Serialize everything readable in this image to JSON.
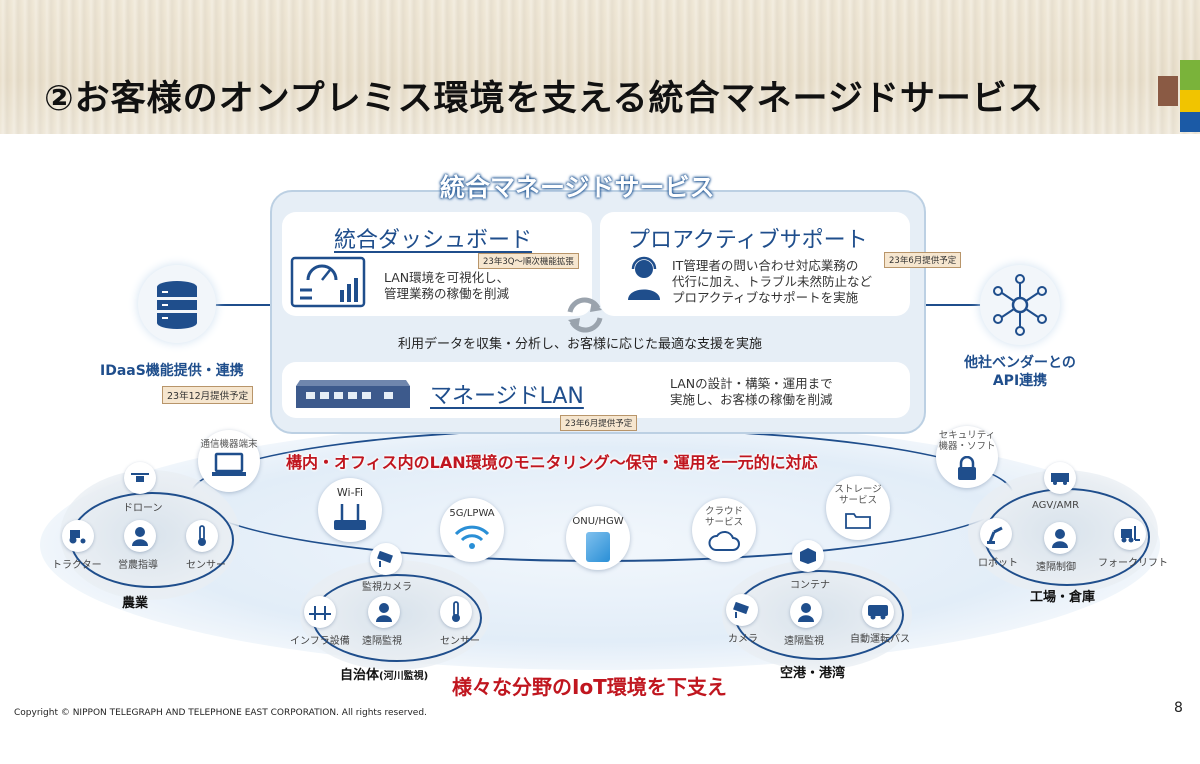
{
  "header": {
    "title": "②お客様のオンプレミス環境を支える統合マネージドサービス"
  },
  "colors": {
    "accent_blue": "#1f4e8c",
    "banner_red": "#c0161f",
    "bar_brown": "#8a5a44",
    "bar_green": "#7ab33a",
    "bar_yellow": "#f1c400",
    "bar_blue": "#1b5aa6"
  },
  "panel": {
    "title": "統合マネージドサービス",
    "dashboard": {
      "title": "統合ダッシュボード",
      "badge": "23年3Q～順次機能拡張",
      "desc": "LAN環境を可視化し、\n管理業務の稼働を削減",
      "icon": "dashboard-icon"
    },
    "proactive": {
      "title": "プロアクティブサポート",
      "badge": "23年6月提供予定",
      "desc": "IT管理者の問い合わせ対応業務の\n代行に加え、トラブル未然防止など\nプロアクティブなサポートを実施",
      "icon": "support-agent-icon"
    },
    "center_text": "利用データを収集・分析し、お客様に応じた最適な支援を実施",
    "managed_lan": {
      "title": "マネージドLAN",
      "badge": "23年6月提供予定",
      "desc": "LANの設計・構築・運用まで\n実施し、お客様の稼働を削減",
      "icon": "network-switch-icon"
    }
  },
  "left_side": {
    "label": "IDaaS機能提供・連携",
    "badge": "23年12月提供予定",
    "icon": "database-icon"
  },
  "right_side": {
    "label": "他社ベンダーとの\nAPI連携",
    "icon": "network-hub-icon"
  },
  "banner": "構内・オフィス内のLAN環境のモニタリング～保守・運用を一元的に対応",
  "ring_nodes": [
    {
      "label": "通信機器端末",
      "icon": "laptop-icon"
    },
    {
      "label": "Wi-Fi",
      "icon": "wifi-router-icon"
    },
    {
      "label": "5G/LPWA",
      "icon": "wireless-icon"
    },
    {
      "label": "ONU/HGW",
      "icon": "onu-device-icon"
    },
    {
      "label": "クラウド\nサービス",
      "icon": "cloud-icon"
    },
    {
      "label": "ストレージ\nサービス",
      "icon": "folder-icon"
    },
    {
      "label": "セキュリティ\n機器・ソフト",
      "icon": "lock-icon"
    }
  ],
  "clusters": {
    "agriculture": {
      "title": "農業",
      "items": [
        "ドローン",
        "トラクター",
        "営農指導",
        "センサー"
      ]
    },
    "municipality": {
      "title": "自治体",
      "title_sub": "(河川監視)",
      "items": [
        "監視カメラ",
        "インフラ設備",
        "遠隔監視",
        "センサー"
      ]
    },
    "port": {
      "title": "空港・港湾",
      "items": [
        "コンテナ",
        "カメラ",
        "遠隔監視",
        "自動運転バス"
      ]
    },
    "factory": {
      "title": "工場・倉庫",
      "items": [
        "AGV/AMR",
        "ロボット",
        "遠隔制御",
        "フォークリフト"
      ]
    }
  },
  "bottom_text": "様々な分野のIoT環境を下支え",
  "footer": {
    "copyright": "Copyright © NIPPON TELEGRAPH AND TELEPHONE EAST CORPORATION. All rights reserved.",
    "page": "8"
  }
}
